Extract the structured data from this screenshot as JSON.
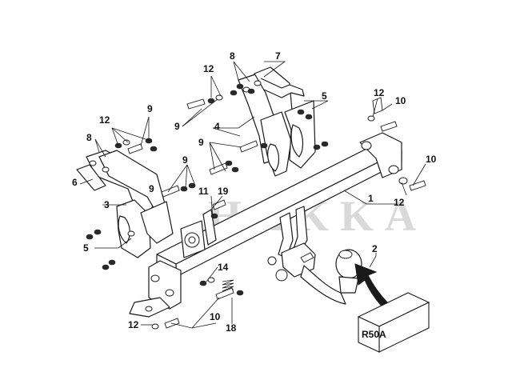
{
  "diagram": {
    "watermark": "HAKKA",
    "callouts": {
      "c1": "1",
      "c2": "2",
      "c3": "3",
      "c4": "4",
      "c5a": "5",
      "c5b": "5",
      "c6": "6",
      "c7": "7",
      "c8a": "8",
      "c8b": "8",
      "c9a": "9",
      "c9b": "9",
      "c9c": "9",
      "c9d": "9",
      "c9e": "9",
      "c10a": "10",
      "c10b": "10",
      "c10c": "10",
      "c11": "11",
      "c12a": "12",
      "c12b": "12",
      "c12c": "12",
      "c12d": "12",
      "c12e": "12",
      "c14": "14",
      "c18": "18",
      "c19": "19"
    },
    "ref_box": "R50A"
  }
}
